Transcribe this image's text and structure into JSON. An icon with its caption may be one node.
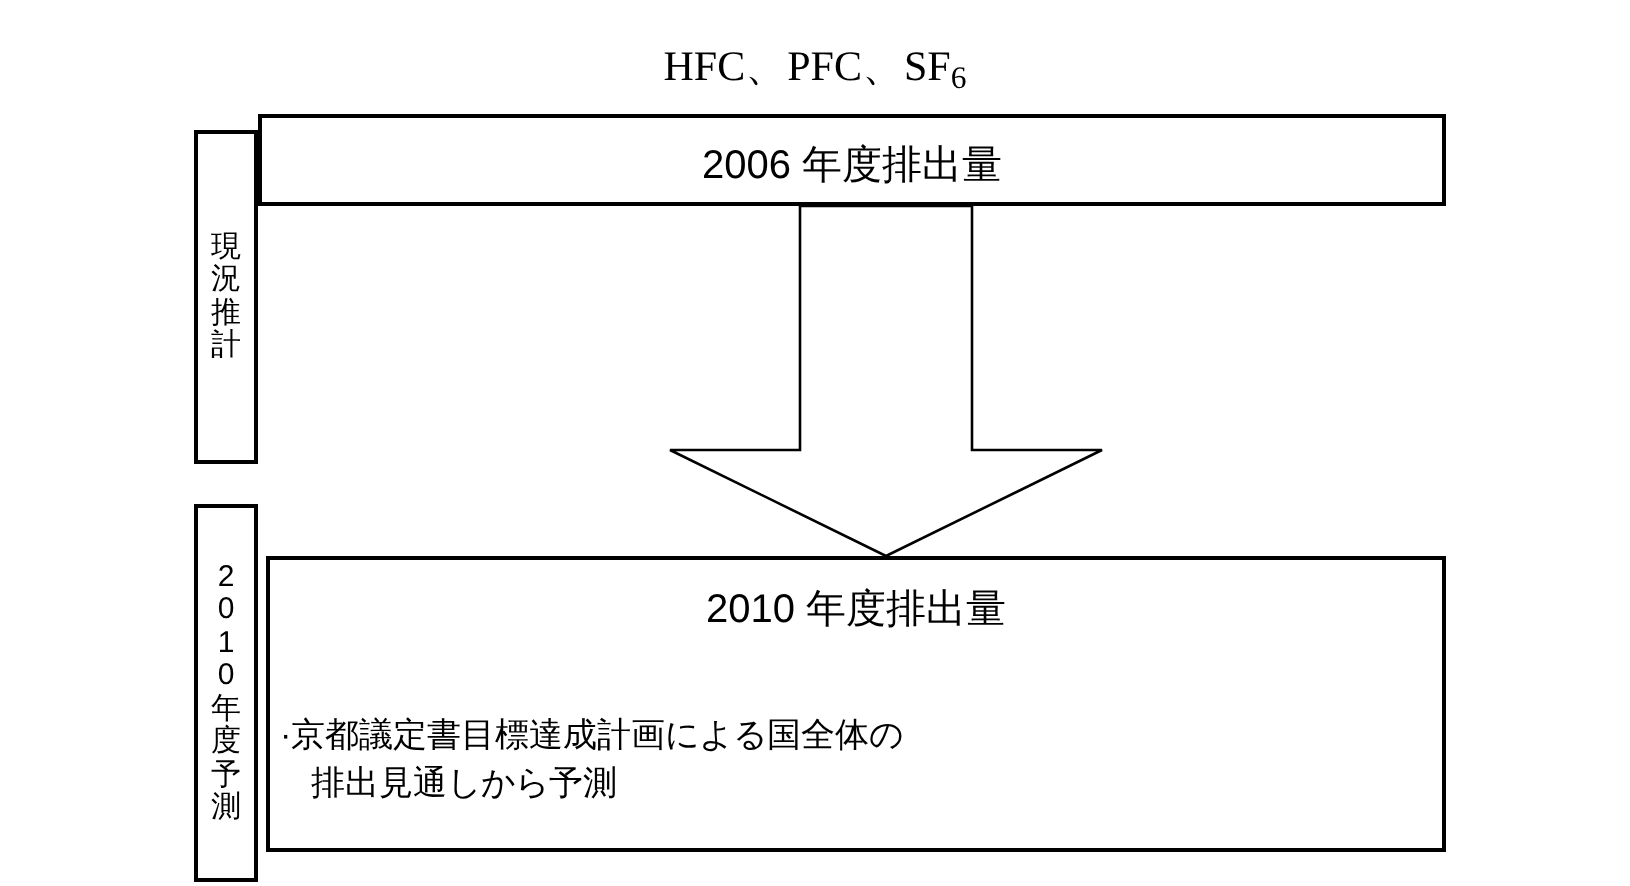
{
  "diagram": {
    "title": "HFC、PFC、SF$_{6}$",
    "nodes": [
      {
        "text": [
          "現況推計"
        ]
      },
      {
        "text": [
          "2006 年度排出量"
        ]
      },
      {
        "text": [
          "2010年度予測"
        ]
      },
      {
        "text": [
          "2010 年度排出量",
          "·京都議定書目標達成計画による国全体の排出見通しから予測"
        ]
      }
    ],
    "edges": [
      {
        "from": 1,
        "to": 3,
        "arrow": "to"
      }
    ]
  }
}
